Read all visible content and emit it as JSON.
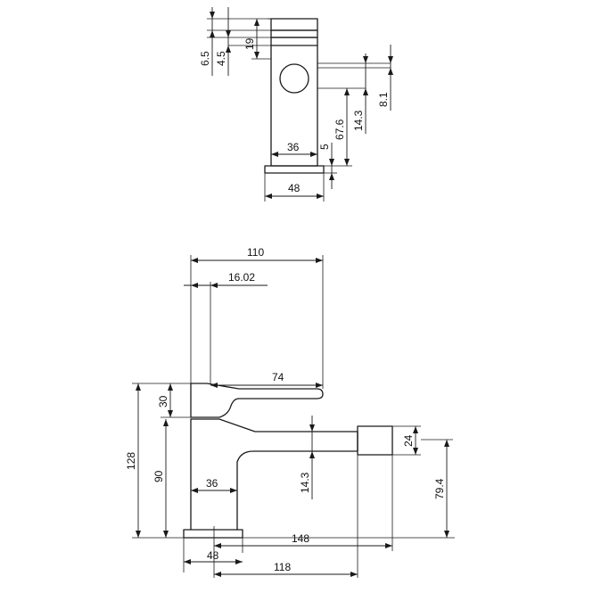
{
  "top_view": {
    "dims": {
      "d_6_5": "6.5",
      "d_4_5": "4.5",
      "d_19": "19",
      "d_8_1": "8.1",
      "d_14_3": "14.3",
      "d_67_6": "67.6",
      "d_5": "5",
      "d_36": "36",
      "d_48": "48"
    }
  },
  "side_view": {
    "dims": {
      "d_110": "110",
      "d_16_02": "16.02",
      "d_74": "74",
      "d_30": "30",
      "d_128": "128",
      "d_90": "90",
      "d_36": "36",
      "d_14_3": "14.3",
      "d_24": "24",
      "d_79_4": "79.4",
      "d_148": "148",
      "d_48": "48",
      "d_118": "118"
    }
  }
}
